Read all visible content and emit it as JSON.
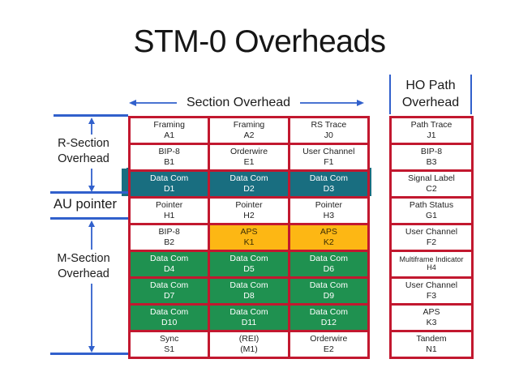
{
  "title": "STM-0 Overheads",
  "section_overhead": {
    "label": "Section Overhead"
  },
  "ho_path": {
    "label_line1": "HO Path",
    "label_line2": "Overhead",
    "cells": [
      {
        "name": "Path Trace",
        "code": "J1"
      },
      {
        "name": "BIP-8",
        "code": "B3"
      },
      {
        "name": "Signal Label",
        "code": "C2"
      },
      {
        "name": "Path Status",
        "code": "G1"
      },
      {
        "name": "User Channel",
        "code": "F2"
      },
      {
        "name": "Multiframe Indicator",
        "code": "H4"
      },
      {
        "name": "User Channel",
        "code": "F3"
      },
      {
        "name": "APS",
        "code": "K3"
      },
      {
        "name": "Tandem",
        "code": "N1"
      }
    ]
  },
  "grid": {
    "cells": [
      {
        "name": "Framing",
        "code": "A1"
      },
      {
        "name": "Framing",
        "code": "A2"
      },
      {
        "name": "RS Trace",
        "code": "J0"
      },
      {
        "name": "BIP-8",
        "code": "B1"
      },
      {
        "name": "Orderwire",
        "code": "E1"
      },
      {
        "name": "User Channel",
        "code": "F1"
      },
      {
        "name": "Data Com",
        "code": "D1"
      },
      {
        "name": "Data Com",
        "code": "D2"
      },
      {
        "name": "Data Com",
        "code": "D3"
      },
      {
        "name": "Pointer",
        "code": "H1"
      },
      {
        "name": "Pointer",
        "code": "H2"
      },
      {
        "name": "Pointer",
        "code": "H3"
      },
      {
        "name": "BIP-8",
        "code": "B2"
      },
      {
        "name": "APS",
        "code": "K1"
      },
      {
        "name": "APS",
        "code": "K2"
      },
      {
        "name": "Data Com",
        "code": "D4"
      },
      {
        "name": "Data Com",
        "code": "D5"
      },
      {
        "name": "Data Com",
        "code": "D6"
      },
      {
        "name": "Data Com",
        "code": "D7"
      },
      {
        "name": "Data Com",
        "code": "D8"
      },
      {
        "name": "Data Com",
        "code": "D9"
      },
      {
        "name": "Data Com",
        "code": "D10"
      },
      {
        "name": "Data Com",
        "code": "D11"
      },
      {
        "name": "Data Com",
        "code": "D12"
      },
      {
        "name": "Sync",
        "code": "S1"
      },
      {
        "name": "(REI)",
        "code": "(M1)"
      },
      {
        "name": "Orderwire",
        "code": "E2"
      }
    ]
  },
  "left_labels": {
    "r_section_line1": "R-Section",
    "r_section_line2": "Overhead",
    "au_pointer": "AU pointer",
    "m_section_line1": "M-Section",
    "m_section_line2": "Overhead"
  },
  "colors": {
    "red": "#c2182f",
    "teal": "#196e80",
    "green": "#1f9150",
    "amber": "#fdb714",
    "blue": "#3160cc"
  }
}
